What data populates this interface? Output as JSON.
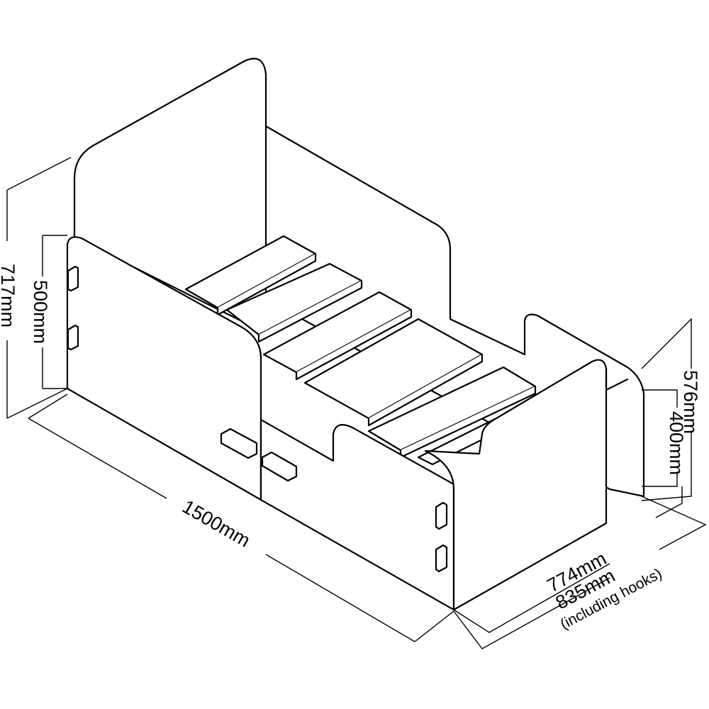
{
  "title": "Bed frame dimension diagram",
  "dimensions": {
    "overall_height": "717mm",
    "side_panel_height": "500mm",
    "length": "1500mm",
    "footboard_height": "576mm",
    "footboard_panel_height": "400mm",
    "width": "774mm",
    "width_with_hooks": "835mm",
    "width_with_hooks_note": "(including hooks)"
  },
  "colors": {
    "line": "#000000",
    "background": "#ffffff"
  }
}
